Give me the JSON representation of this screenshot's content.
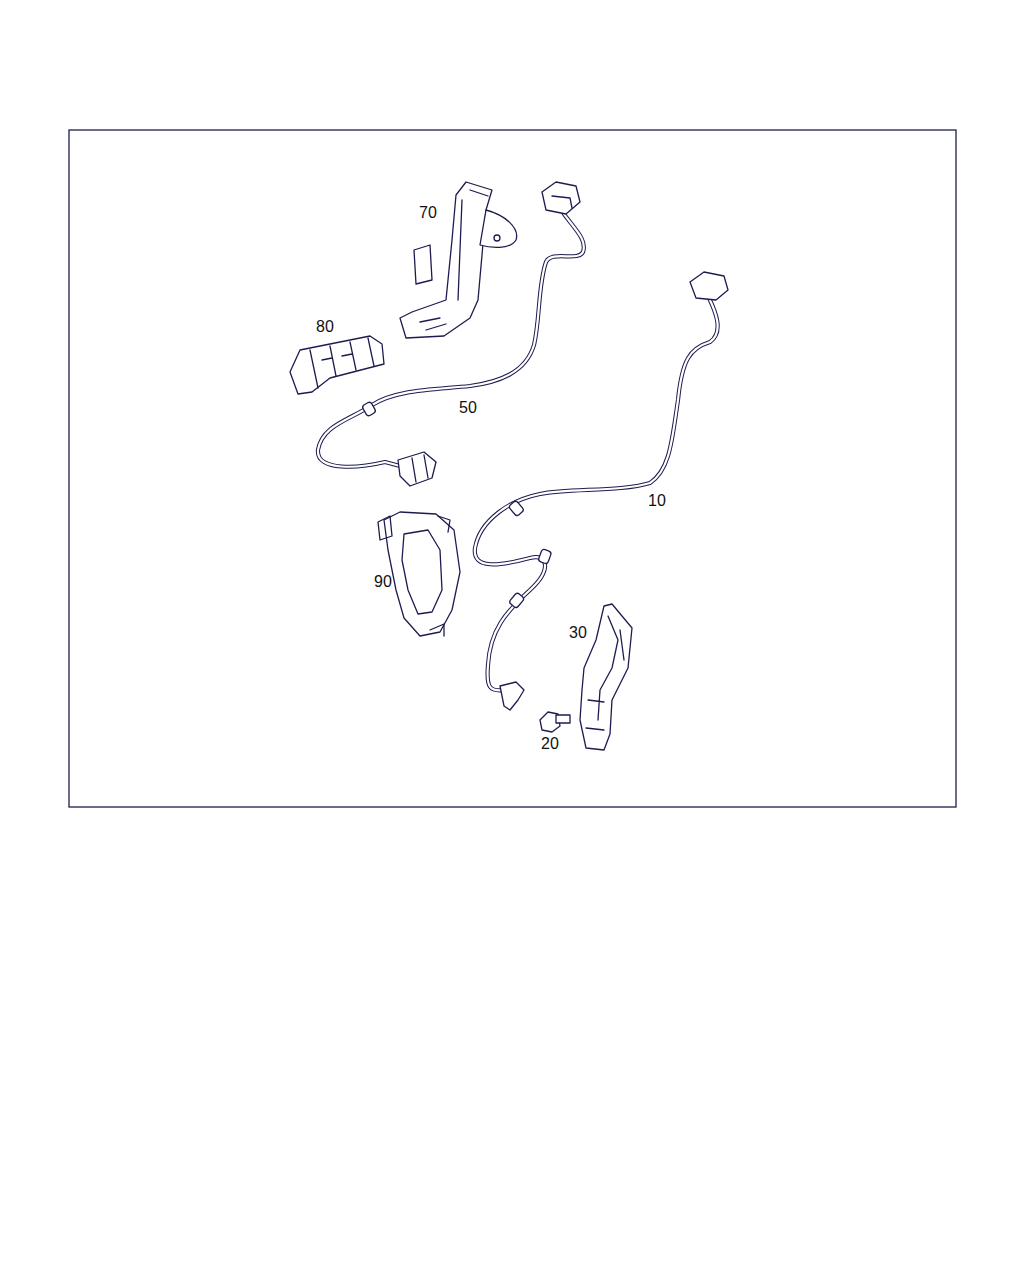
{
  "diagram": {
    "labels": [
      "70",
      "80",
      "50",
      "10",
      "90",
      "30",
      "20"
    ]
  }
}
